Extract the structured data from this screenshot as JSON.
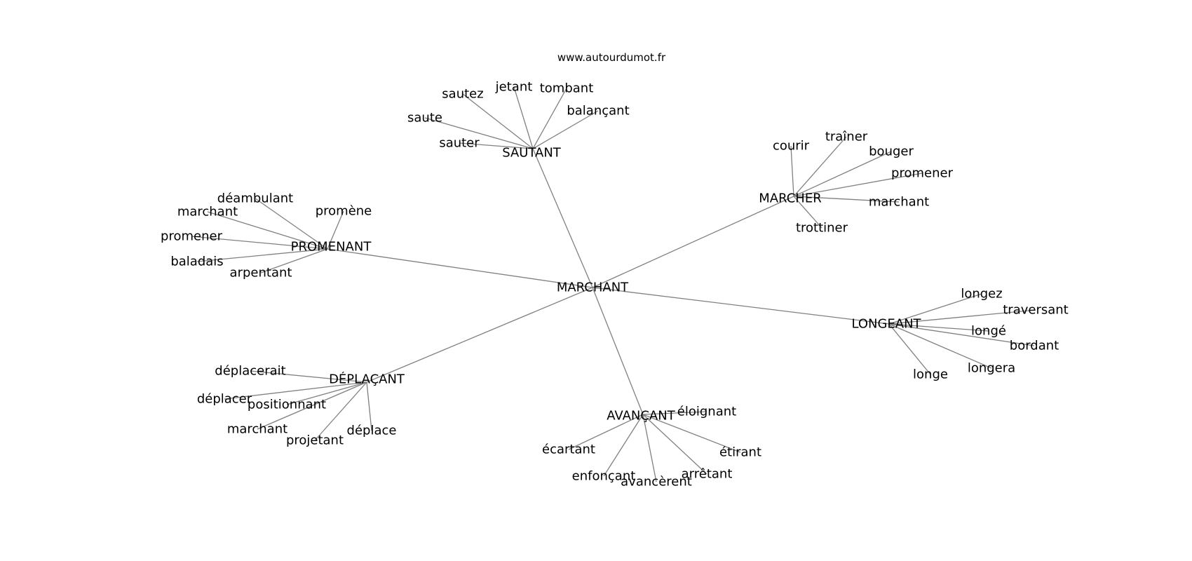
{
  "source_label": "www.autourdumot.fr",
  "edge_color": "#808080",
  "center": "MARCHANT",
  "clusters": [
    {
      "hub": "SAUTANT",
      "leaves": [
        "sautez",
        "jetant",
        "tombant",
        "balançant",
        "saute",
        "sauter"
      ]
    },
    {
      "hub": "MARCHER",
      "leaves": [
        "courir",
        "traîner",
        "bouger",
        "promener",
        "marchant",
        "trottiner"
      ]
    },
    {
      "hub": "PROMENANT",
      "leaves": [
        "déambulant",
        "marchant",
        "promène",
        "promener",
        "baladais",
        "arpentant"
      ]
    },
    {
      "hub": "LONGEANT",
      "leaves": [
        "longez",
        "traversant",
        "longé",
        "bordant",
        "longera",
        "longe"
      ]
    },
    {
      "hub": "DÉPLAÇANT",
      "leaves": [
        "déplacerait",
        "déplacer",
        "positionnant",
        "marchant",
        "projetant",
        "déplace"
      ]
    },
    {
      "hub": "AVANÇANT",
      "leaves": [
        "éloignant",
        "écartant",
        "étirant",
        "enfonçant",
        "avancèrent",
        "arrêtant"
      ]
    }
  ]
}
